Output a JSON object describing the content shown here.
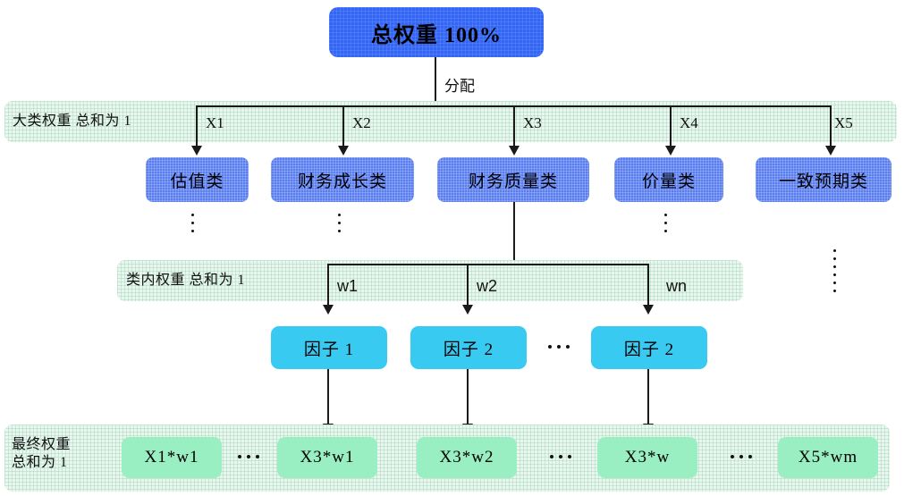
{
  "diagram": {
    "title_box": {
      "label": "总权重 100%"
    },
    "root_edge_label": "分配",
    "bands": [
      {
        "id": "category",
        "label": "大类权重 总和为 1"
      },
      {
        "id": "intra",
        "label": "类内权重 总和为 1"
      },
      {
        "id": "final",
        "label_line1": "最终权重",
        "label_line2": "总和为 1"
      }
    ],
    "category_edges": [
      "X1",
      "X2",
      "X3",
      "X4",
      "X5"
    ],
    "category_boxes": [
      {
        "label": "估值类"
      },
      {
        "label": "财务成长类"
      },
      {
        "label": "财务质量类"
      },
      {
        "label": "价量类"
      },
      {
        "label": "一致预期类"
      }
    ],
    "factor_edges": [
      "w1",
      "w2",
      "wn"
    ],
    "factor_boxes": [
      {
        "label": "因子 1"
      },
      {
        "label": "因子 2"
      },
      {
        "label": "因子 2"
      }
    ],
    "factor_ellipsis": "···",
    "final_boxes": [
      {
        "label": "X1*w1"
      },
      {
        "label": "X3*w1"
      },
      {
        "label": "X3*w2"
      },
      {
        "label": "X3*w"
      },
      {
        "label": "X5*wm"
      }
    ],
    "final_ellipses": [
      "···",
      "···",
      "···"
    ],
    "colors": {
      "root_box": "#3366f5",
      "category_box": "#5a7ef0",
      "factor_box": "#38caf0",
      "weight_box": "#99efc2",
      "band": "#e9f7ef",
      "line": "#1a1a1a"
    }
  }
}
